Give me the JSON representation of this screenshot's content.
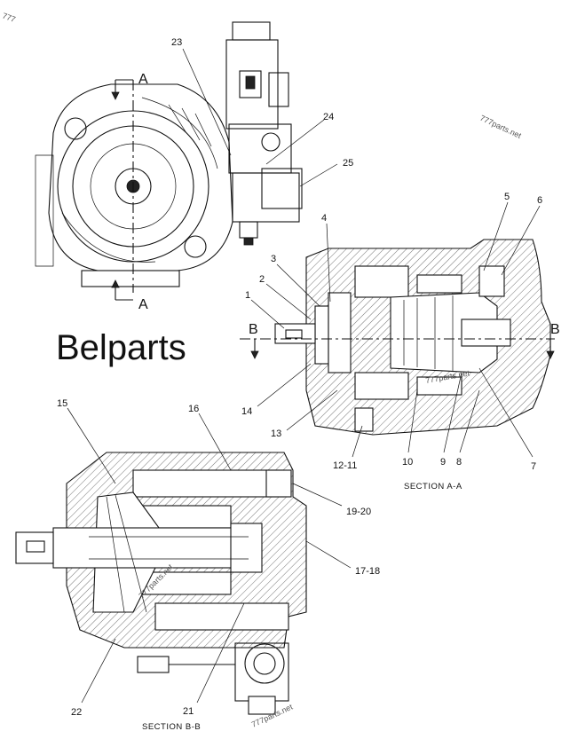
{
  "brand": "Belparts",
  "watermarks": [
    "777parts.net",
    "777parts.net",
    "777parts.net",
    "777parts.net",
    "777"
  ],
  "cut_marks": {
    "a_top": "A",
    "a_bottom": "A",
    "b_left": "B",
    "b_right": "B"
  },
  "section_a_title": "SECTION A-A",
  "section_b_title": "SECTION B-B",
  "callouts": [
    "1",
    "2",
    "3",
    "4",
    "5",
    "6",
    "7",
    "8",
    "9",
    "10",
    "12-11",
    "13",
    "14",
    "15",
    "16",
    "17-18",
    "19-20",
    "21",
    "22",
    "23",
    "24",
    "25"
  ]
}
